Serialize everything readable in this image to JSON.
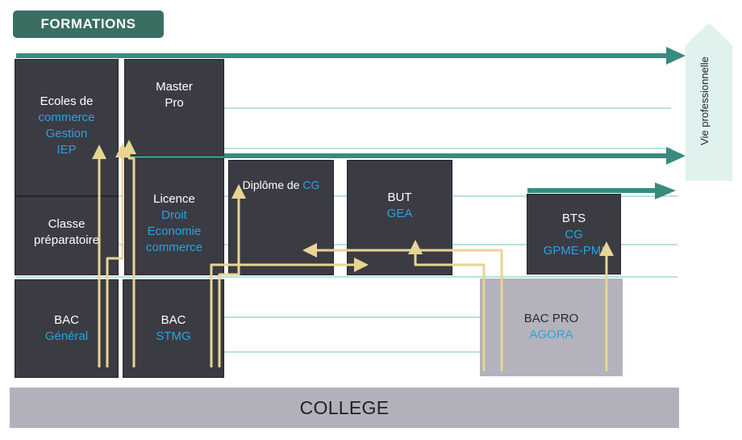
{
  "header": {
    "title": "FORMATIONS"
  },
  "side_label": "Vie professionnelle",
  "boxes": {
    "ecoles": {
      "line1": "Ecoles de",
      "line2": "commerce\nGestion\nIEP"
    },
    "master": {
      "line1": "Master\nPro",
      "line2": ""
    },
    "classe": {
      "line1": "Classe\npréparatoire",
      "line2": ""
    },
    "licence": {
      "line1": "Licence",
      "line2": "Droit\nEconomie\ncommerce"
    },
    "diplome": {
      "line1": "Diplôme de ",
      "line2": "CG"
    },
    "but": {
      "line1": "BUT",
      "line2": "GEA"
    },
    "bts": {
      "line1": "BTS",
      "line2": "CG\nGPME-PMI"
    },
    "bac_general": {
      "line1": "BAC",
      "line2": "Général"
    },
    "bac_stmg": {
      "line1": "BAC",
      "line2": "STMG"
    },
    "bac_pro": {
      "line1": "BAC PRO",
      "line2": "AGORA"
    }
  },
  "footer": {
    "college": "COLLEGE"
  },
  "colors": {
    "box_dark": "#3b3b44",
    "box_gray": "#b3b2bd",
    "accent_blue": "#29a3e0",
    "arrow_teal": "#3a8a7e",
    "path_gold": "#e8d493",
    "side_arrow_fill": "#dff2ee"
  }
}
